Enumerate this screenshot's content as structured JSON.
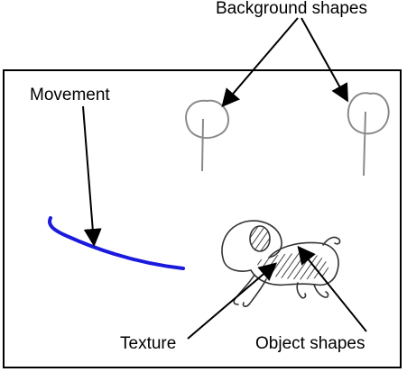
{
  "labels": {
    "background_shapes": "Background shapes",
    "movement": "Movement",
    "texture": "Texture",
    "object_shapes": "Object shapes"
  },
  "colors": {
    "frame": "#000000",
    "arrow": "#000000",
    "tree": "#8a8a8a",
    "movement_stroke": "#1a1adc",
    "sketch": "#333333"
  }
}
